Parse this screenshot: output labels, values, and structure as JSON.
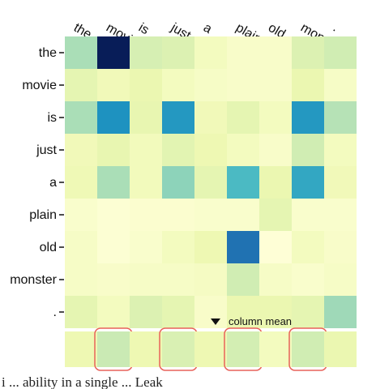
{
  "chart_data": {
    "type": "heatmap",
    "columns": [
      "the",
      "movie",
      "is",
      "just",
      "a",
      "plain",
      "old",
      "monster",
      "."
    ],
    "rows": [
      "the",
      "movie",
      "is",
      "just",
      "a",
      "plain",
      "old",
      "monster",
      "."
    ],
    "values": [
      [
        0.3,
        1.0,
        0.2,
        0.18,
        0.08,
        0.05,
        0.05,
        0.18,
        0.22
      ],
      [
        0.15,
        0.1,
        0.13,
        0.08,
        0.06,
        0.05,
        0.05,
        0.13,
        0.06
      ],
      [
        0.3,
        0.62,
        0.14,
        0.6,
        0.1,
        0.15,
        0.08,
        0.6,
        0.28
      ],
      [
        0.1,
        0.14,
        0.09,
        0.16,
        0.12,
        0.08,
        0.05,
        0.22,
        0.08
      ],
      [
        0.11,
        0.3,
        0.09,
        0.35,
        0.15,
        0.48,
        0.13,
        0.55,
        0.1
      ],
      [
        0.04,
        0.02,
        0.03,
        0.03,
        0.04,
        0.04,
        0.15,
        0.04,
        0.04
      ],
      [
        0.06,
        0.02,
        0.04,
        0.08,
        0.12,
        0.7,
        0.01,
        0.08,
        0.05
      ],
      [
        0.06,
        0.05,
        0.06,
        0.06,
        0.07,
        0.22,
        0.06,
        0.04,
        0.06
      ],
      [
        0.15,
        0.08,
        0.18,
        0.15,
        0.05,
        0.13,
        0.13,
        0.15,
        0.32
      ]
    ],
    "column_mean": {
      "label": "column mean",
      "values": [
        0.12,
        0.24,
        0.12,
        0.19,
        0.12,
        0.21,
        0.08,
        0.22,
        0.13
      ],
      "highlighted_columns": [
        "movie",
        "just",
        "plain",
        "monster"
      ],
      "highlight_color": "#e8625a"
    },
    "colormap": "YlGnBu",
    "grid": false
  },
  "caption_fragment": "i ... ability in a single ... Leak"
}
